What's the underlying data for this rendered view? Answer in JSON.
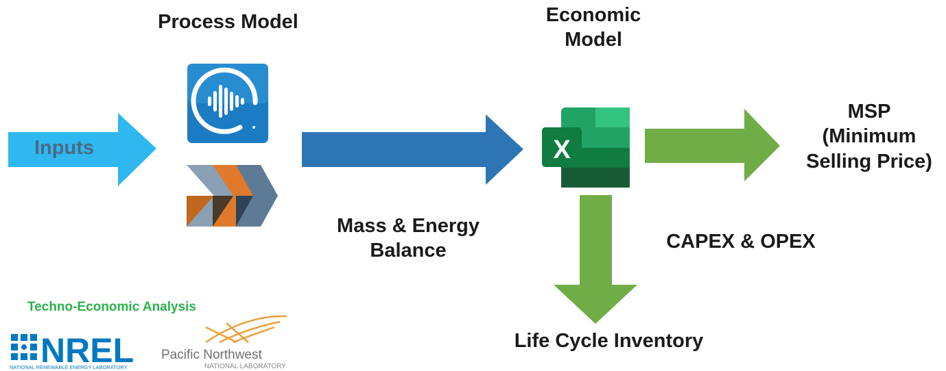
{
  "labels": {
    "process_model": "Process Model",
    "economic_model_line1": "Economic",
    "economic_model_line2": "Model",
    "inputs": "Inputs",
    "mass_energy_line1": "Mass & Energy",
    "mass_energy_line2": "Balance",
    "capex_opex": "CAPEX & OPEX",
    "msp_line1": "MSP",
    "msp_line2": "(Minimum",
    "msp_line3": "Selling Price)",
    "life_cycle_inventory": "Life Cycle Inventory",
    "tea": "Techno-Economic Analysis"
  },
  "logos": {
    "nrel_word": "NREL",
    "nrel_sub": "NATIONAL RENEWABLE ENERGY LABORATORY",
    "pnnl_line1": "Pacific Northwest",
    "pnnl_line2": "NATIONAL LABORATORY",
    "excel_letter": "X"
  },
  "icons": {
    "aspen": "aspen-plus-icon",
    "process_tool": "chevron-logo-icon",
    "excel": "excel-icon",
    "nrel": "nrel-logo",
    "pnnl": "pnnl-logo"
  },
  "colors": {
    "inputs_arrow": "#2fb8f0",
    "balance_arrow": "#2e75b6",
    "output_arrows": "#70ad47",
    "tea_text": "#2bb24c",
    "nrel_blue": "#0079c2"
  }
}
